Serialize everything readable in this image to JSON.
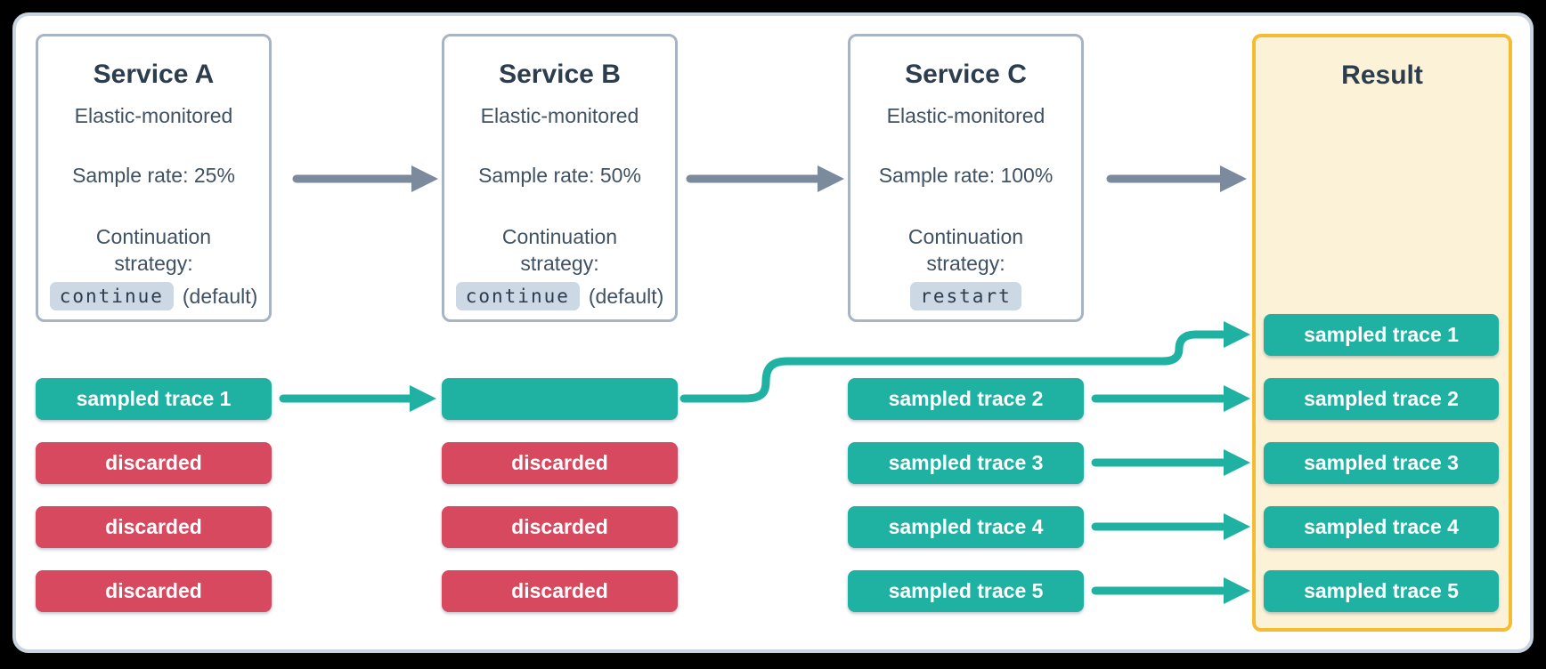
{
  "colors": {
    "sampled_teal": "#1fb2a3",
    "discarded_red": "#d7495f",
    "flow_gray": "#7b8a9d",
    "result_border": "#f3bc33",
    "result_fill": "#fcf2d7",
    "canvas_border": "#c9d4e1",
    "card_border": "#a7b4c4",
    "badge_bg": "#ccd8e4",
    "heading_text": "#2c3d4e",
    "body_text": "#3f5162"
  },
  "services": [
    {
      "name": "Service A",
      "monitoring": "Elastic-monitored",
      "sample_rate": "Sample rate: 25%",
      "strategy_label": "Continuation strategy:",
      "strategy_value": "continue",
      "strategy_note": "(default)"
    },
    {
      "name": "Service B",
      "monitoring": "Elastic-monitored",
      "sample_rate": "Sample rate: 50%",
      "strategy_label": "Continuation strategy:",
      "strategy_value": "continue",
      "strategy_note": "(default)"
    },
    {
      "name": "Service C",
      "monitoring": "Elastic-monitored",
      "sample_rate": "Sample rate: 100%",
      "strategy_label": "Continuation strategy:",
      "strategy_value": "restart",
      "strategy_note": ""
    }
  ],
  "result_panel": {
    "title": "Result"
  },
  "traces": {
    "col_a": [
      {
        "label": "sampled trace 1",
        "type": "sampled"
      },
      {
        "label": "discarded",
        "type": "discarded"
      },
      {
        "label": "discarded",
        "type": "discarded"
      },
      {
        "label": "discarded",
        "type": "discarded"
      }
    ],
    "col_b": [
      {
        "label": "",
        "type": "sampled"
      },
      {
        "label": "discarded",
        "type": "discarded"
      },
      {
        "label": "discarded",
        "type": "discarded"
      },
      {
        "label": "discarded",
        "type": "discarded"
      }
    ],
    "col_c": [
      {
        "label": "sampled trace 2",
        "type": "sampled"
      },
      {
        "label": "sampled trace 3",
        "type": "sampled"
      },
      {
        "label": "sampled trace 4",
        "type": "sampled"
      },
      {
        "label": "sampled trace 5",
        "type": "sampled"
      }
    ],
    "result": [
      {
        "label": "sampled trace 1",
        "type": "sampled"
      },
      {
        "label": "sampled trace 2",
        "type": "sampled"
      },
      {
        "label": "sampled trace 3",
        "type": "sampled"
      },
      {
        "label": "sampled trace 4",
        "type": "sampled"
      },
      {
        "label": "sampled trace 5",
        "type": "sampled"
      }
    ]
  }
}
